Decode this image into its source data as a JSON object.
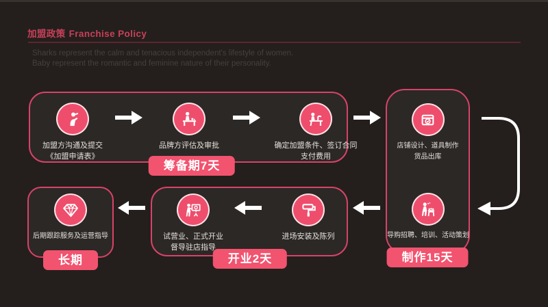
{
  "header": {
    "title_zh": "加盟政策",
    "title_en": "Franchise Policy",
    "subtitle": [
      "Sharks represent the calm and tenacious independent's lifestyle of women.",
      "Baby represent the romantic and feminine nature of their personality."
    ]
  },
  "colors": {
    "background": "#241f1c",
    "panel_fill": "#2c2826",
    "panel_border": "#d84367",
    "accent_pink": "#ee4e6c",
    "badge_pink": "#f2536f",
    "title_red": "#c8405a",
    "step_text": "#e3e0dd",
    "arrow_white": "#ffffff"
  },
  "phases": {
    "prep": {
      "badge": "筹备期7天",
      "steps": [
        {
          "icon": "applicant-communication-icon",
          "lines": [
            "加盟方沟通及提交",
            "《加盟申请表》"
          ]
        },
        {
          "icon": "brand-evaluation-icon",
          "lines": [
            "品牌方评估及审批"
          ]
        },
        {
          "icon": "contract-signing-icon",
          "lines": [
            "确定加盟条件、签订合同",
            "支付费用"
          ]
        }
      ]
    },
    "prod": {
      "badge": "制作15天",
      "steps": [
        {
          "icon": "store-design-package-icon",
          "lines": [
            "店铺设计、道具制作",
            "货品出库"
          ]
        },
        {
          "icon": "recruit-training-icon",
          "lines": [
            "导购招聘、培训、活动策划"
          ]
        }
      ]
    },
    "open": {
      "badge": "开业2天",
      "steps": [
        {
          "icon": "trial-opening-presentation-icon",
          "lines": [
            "试营业、正式开业",
            "督导驻店指导"
          ]
        },
        {
          "icon": "install-display-roller-icon",
          "lines": [
            "进场安装及陈列"
          ]
        }
      ]
    },
    "long": {
      "badge": "长期",
      "steps": [
        {
          "icon": "aftercare-diamond-icon",
          "lines": [
            "后期跟踪服务及运营指导"
          ]
        }
      ]
    }
  }
}
